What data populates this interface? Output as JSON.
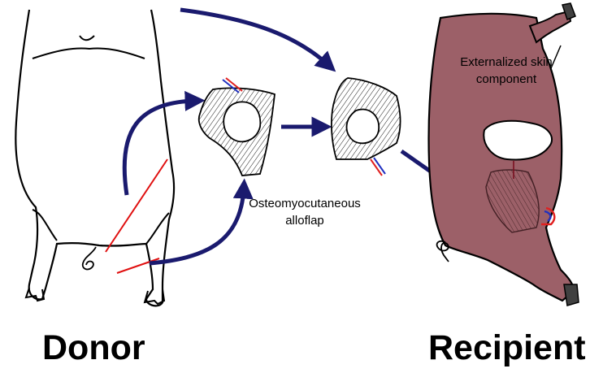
{
  "labels": {
    "donor": "Donor",
    "recipient": "Recipient",
    "flap": "Osteomyocutaneous alloflap",
    "skin": "Externalized skin component"
  },
  "colors": {
    "arrow": "#1a1a6e",
    "recipient_body": "#9c6068",
    "outline": "#000000",
    "cut_line": "#e01010",
    "vessel_red": "#e02020",
    "vessel_blue": "#2030c0",
    "hoof": "#404040"
  },
  "icons": {
    "donor": "pig-donor-icon",
    "recipient": "pig-recipient-icon",
    "flap": "alloflap-icon"
  }
}
